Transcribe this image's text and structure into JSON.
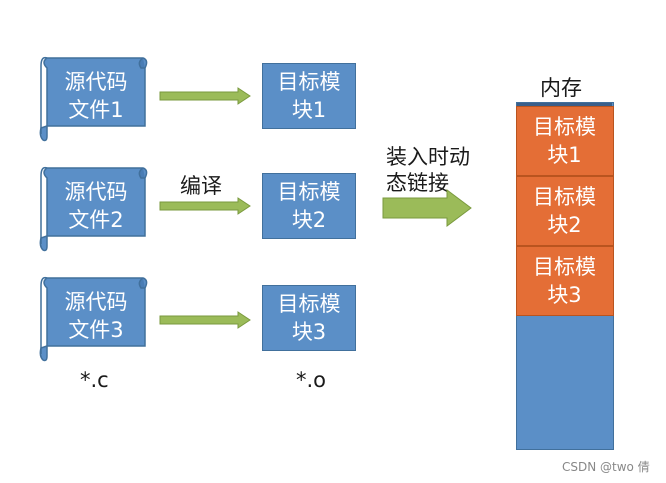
{
  "diagram": {
    "source_files": [
      {
        "line1": "源代码",
        "line2": "文件1"
      },
      {
        "line1": "源代码",
        "line2": "文件2"
      },
      {
        "line1": "源代码",
        "line2": "文件3"
      }
    ],
    "object_modules": [
      {
        "line1": "目标模",
        "line2": "块1"
      },
      {
        "line1": "目标模",
        "line2": "块2"
      },
      {
        "line1": "目标模",
        "line2": "块3"
      }
    ],
    "compile_label": "编译",
    "source_ext": "*.c",
    "object_ext": "*.o",
    "link_label_line1": "装入时动",
    "link_label_line2": "态链接",
    "memory_title": "内存",
    "memory_segments": [
      {
        "line1": "目标模",
        "line2": "块1"
      },
      {
        "line1": "目标模",
        "line2": "块2"
      },
      {
        "line1": "目标模",
        "line2": "块3"
      }
    ],
    "colors": {
      "scroll_blue": "#5b8fc7",
      "module_blue": "#5b8fc7",
      "memory_orange": "#e46e36",
      "arrow_green": "#9bbb59"
    },
    "watermark": "CSDN @two 倩"
  }
}
